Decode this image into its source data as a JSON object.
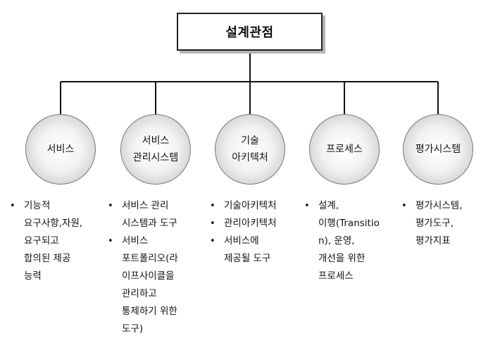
{
  "root": {
    "label": "설계관점"
  },
  "nodes": [
    {
      "label": "서비스",
      "items": [
        "기능적\n요구사항,자원,\n요구되고\n합의된 제공\n능력"
      ]
    },
    {
      "label": "서비스\n관리시스템",
      "items": [
        "서비스 관리\n시스템과 도구",
        "서비스\n포트폴리오(라\n이프사이클을\n관리하고\n통제하기 위한\n도구)"
      ]
    },
    {
      "label": "기술\n아키텍처",
      "items": [
        "기술아키텍처",
        "관리아키텍처",
        "서비스에\n제공될 도구"
      ]
    },
    {
      "label": "프로세스",
      "items": [
        "설계,\n이행(Transitio\nn), 운영,\n개선을 위한\n프로세스"
      ]
    },
    {
      "label": "평가시스템",
      "items": [
        "평가시스템,\n평가도구,\n평가지표"
      ]
    }
  ],
  "bullet_glyph": "•"
}
